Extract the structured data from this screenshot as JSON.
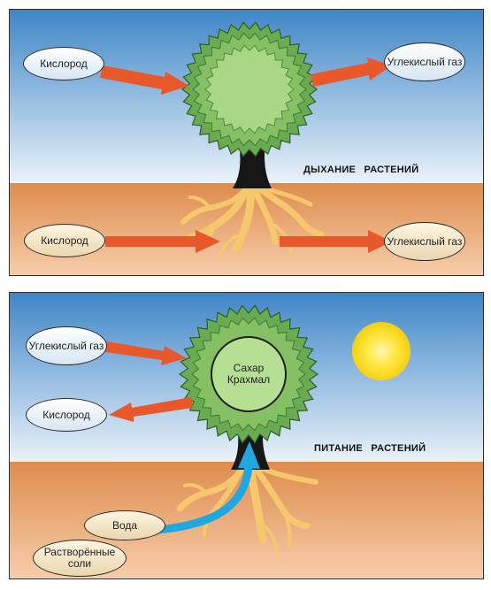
{
  "top_panel": {
    "title": "ДЫХАНИЕ РАСТЕНИЙ",
    "air_in": "Кислород",
    "air_out": "Углекислый газ",
    "soil_in": "Кислород",
    "soil_out": "Углекислый газ"
  },
  "bottom_panel": {
    "title": "ПИТАНИЕ РАСТЕНИЙ",
    "air_in": "Углекислый газ",
    "air_out": "Кислород",
    "crown_line1": "Сахар",
    "crown_line2": "Крахмал",
    "water": "Вода",
    "salts": "Растворённые соли"
  },
  "colors": {
    "sky_top": "#3f86c8",
    "sky_bottom": "#e9f1f8",
    "soil_top": "#df8e50",
    "soil_bottom": "#f5c9a6",
    "arrow_red": "#e8582a",
    "arrow_blue": "#1fa7e0",
    "leaf_dark": "#5fa04a",
    "leaf_light": "#a6d680",
    "root": "#f6c86e",
    "sun": "#ffe13a"
  }
}
